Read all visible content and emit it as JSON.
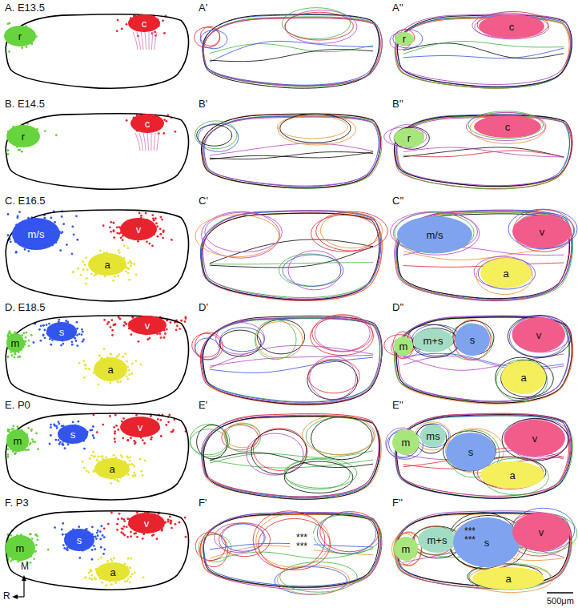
{
  "diagram": {
    "nodes": [
      {
        "text": [
          "r"
        ]
      },
      {
        "text": [
          "c"
        ]
      },
      {
        "text": [
          "r"
        ]
      },
      {
        "text": [
          "c"
        ]
      },
      {
        "text": [
          "r"
        ]
      },
      {
        "text": [
          "c"
        ]
      },
      {
        "text": [
          "r"
        ]
      },
      {
        "text": [
          "c"
        ]
      },
      {
        "text": [
          "m/s"
        ]
      },
      {
        "text": [
          "v"
        ]
      },
      {
        "text": [
          "a"
        ]
      },
      {
        "text": [
          "m/s"
        ]
      },
      {
        "text": [
          "v"
        ]
      },
      {
        "text": [
          "a"
        ]
      },
      {
        "text": [
          "m"
        ]
      },
      {
        "text": [
          "s"
        ]
      },
      {
        "text": [
          "v"
        ]
      },
      {
        "text": [
          "a"
        ]
      },
      {
        "text": [
          "m"
        ]
      },
      {
        "text": [
          "m+s"
        ]
      },
      {
        "text": [
          "s"
        ]
      },
      {
        "text": [
          "v"
        ]
      },
      {
        "text": [
          "a"
        ]
      },
      {
        "text": [
          "m"
        ]
      },
      {
        "text": [
          "s"
        ]
      },
      {
        "text": [
          "v"
        ]
      },
      {
        "text": [
          "a"
        ]
      },
      {
        "text": [
          "m"
        ]
      },
      {
        "text": [
          "ms"
        ]
      },
      {
        "text": [
          "s"
        ]
      },
      {
        "text": [
          "v"
        ]
      },
      {
        "text": [
          "a"
        ]
      },
      {
        "text": [
          "m"
        ]
      },
      {
        "text": [
          "s"
        ]
      },
      {
        "text": [
          "v"
        ]
      },
      {
        "text": [
          "a"
        ]
      },
      {
        "text": [
          "m"
        ]
      },
      {
        "text": [
          "m+s"
        ]
      },
      {
        "text": [
          "s"
        ]
      },
      {
        "text": [
          "v"
        ]
      },
      {
        "text": [
          "a"
        ]
      }
    ],
    "labels": [
      "A. E13.5",
      "A'",
      "A''",
      "B. E14.5",
      "B'",
      "B''",
      "C. E16.5",
      "C'",
      "C''",
      "D. E18.5",
      "D'",
      "D''",
      "E. P0",
      "E'",
      "E''",
      "F. P3",
      "F'",
      "*** ***",
      "F''",
      "*** ***",
      "M",
      "R",
      "500μm"
    ]
  }
}
